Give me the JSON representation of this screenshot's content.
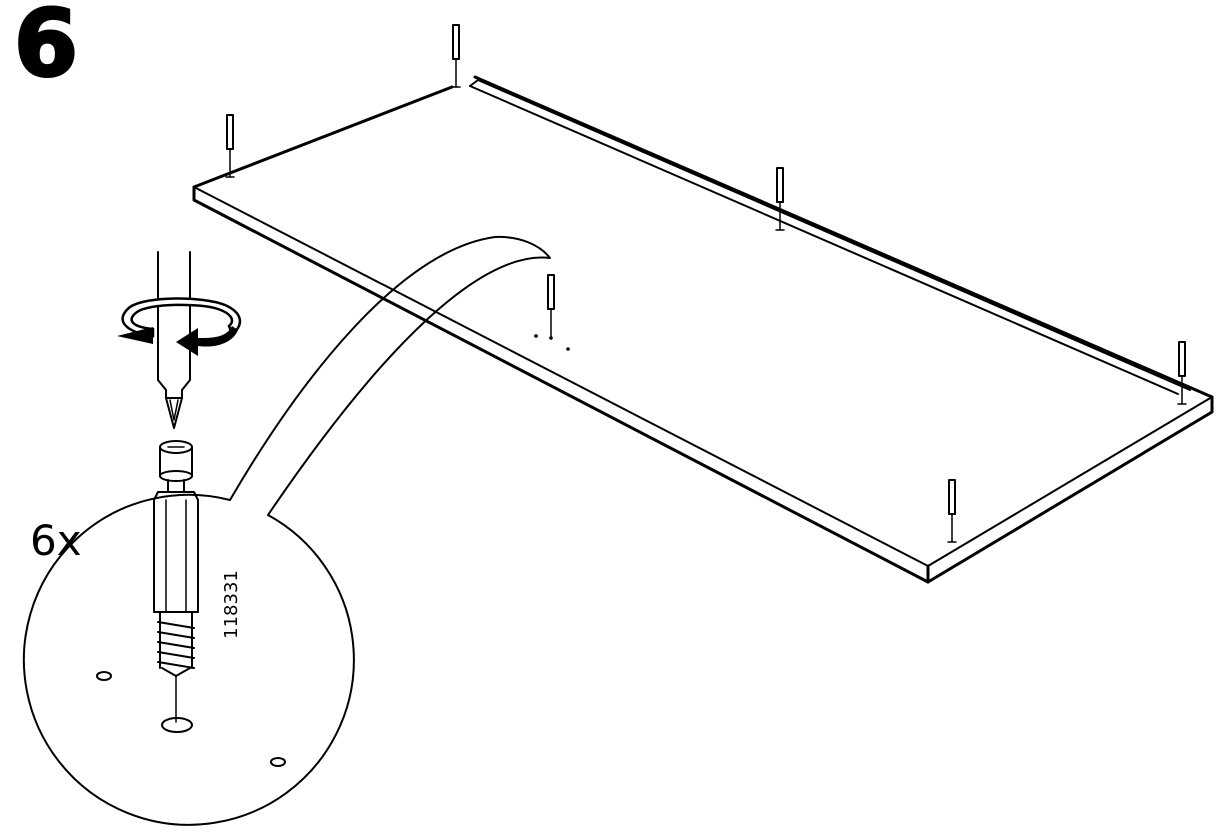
{
  "step": {
    "number": "6"
  },
  "detail": {
    "quantity": "6x",
    "part_number": "118331"
  },
  "colors": {
    "line": "#000000",
    "background": "#ffffff"
  },
  "icons": [
    "screwdriver-icon",
    "rotation-arrow-icon",
    "cam-lock-dowel-icon"
  ]
}
